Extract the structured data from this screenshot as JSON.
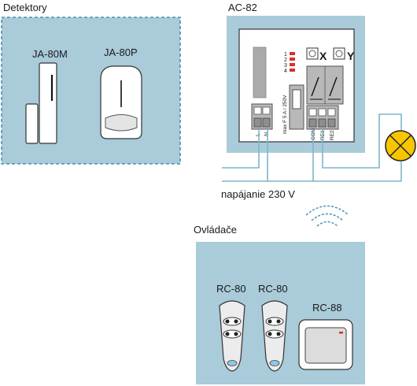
{
  "detectors": {
    "title": "Detektory",
    "items": [
      {
        "label": "JA-80M"
      },
      {
        "label": "JA-80P"
      }
    ]
  },
  "unit": {
    "title": "AC-82",
    "relay_x": "X",
    "relay_y": "Y",
    "leds": [
      "1",
      "2",
      "3",
      "4"
    ],
    "fuse": "max F 5 A / 250V",
    "terminals": [
      "L",
      "N",
      "COM",
      "RE1",
      "RE2"
    ]
  },
  "power": {
    "label": "napájanie 230 V"
  },
  "controllers": {
    "title": "Ovládače",
    "items": [
      {
        "label": "RC-80"
      },
      {
        "label": "RC-80"
      },
      {
        "label": "RC-88"
      }
    ]
  },
  "colors": {
    "panel": "#a9cbda",
    "wire": "#7fb6cc",
    "lamp": "#f7c600"
  }
}
